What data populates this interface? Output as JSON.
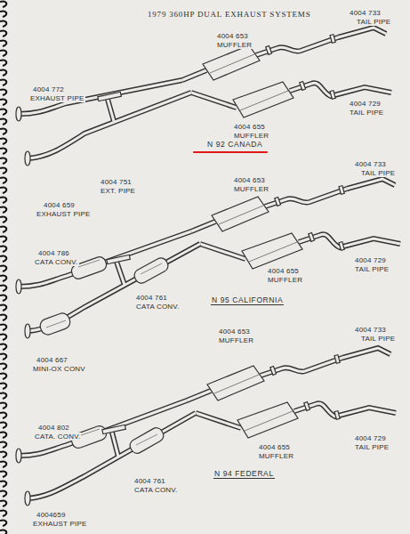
{
  "diagram": {
    "title": "1979 360HP DUAL EXHAUST SYSTEMS",
    "labels": [
      "4004 733",
      "TAIL PIPE",
      "4004 653",
      "MUFFLER",
      "4004 772",
      "EXHAUST PIPE",
      "4004 729",
      "TAIL PIPE",
      "4004 655",
      "MUFFLER",
      "N 92 CANADA",
      "4004 751",
      "EXT. PIPE",
      "4004 659",
      "EXHAUST PIPE",
      "4004 733",
      "TAIL PIPE",
      "4004 653",
      "MUFFLER",
      "4004 786",
      "CATA CONV.",
      "4004 729",
      "TAIL PIPE",
      "4004 655",
      "MUFFLER",
      "4004 761",
      "CATA CONV.",
      "N 95 CALIFORNIA",
      "4004 667",
      "MINI-OX CONV",
      "4004 653",
      "MUFFLER",
      "4004 733",
      "TAIL PIPE",
      "4004 729",
      "TAIL PIPE",
      "4004 802",
      "CATA. CONV.",
      "4004 655",
      "MUFFLER",
      "N 94 FEDERAL",
      "4004 761",
      "CATA CONV.",
      "4004659",
      "EXHAUST PIPE"
    ]
  }
}
